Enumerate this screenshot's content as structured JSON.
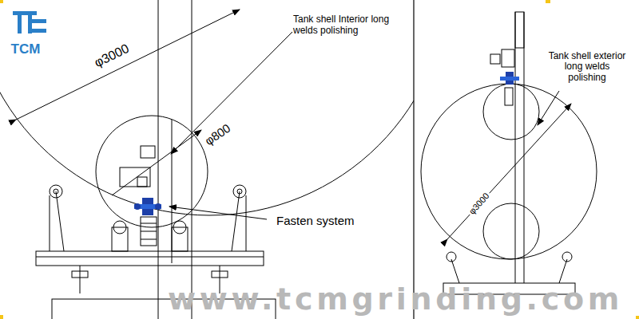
{
  "diagram": {
    "labels": [
      "TCM",
      "Tank shell Interior long welds polishing",
      "φ3000",
      "φ800",
      "Fasten system",
      "Tank shell exterior long welds polishing",
      "φ3000",
      "www.tcmgrinding.com"
    ]
  }
}
